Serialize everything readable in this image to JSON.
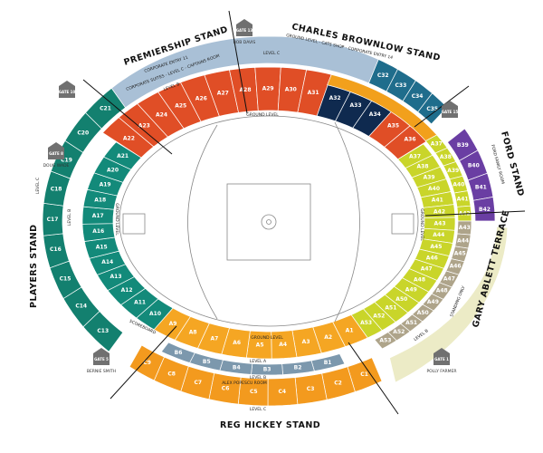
{
  "stands": {
    "premiership": {
      "name": "PREMIERSHIP STAND",
      "sub1": "CORPORATE ENTRY 11",
      "sub2": "CORPORATE SUITES - LEVEL C - CAPTAINS ROOM"
    },
    "brownlow": {
      "name": "CHARLES BROWNLOW STAND",
      "sub1": "GROUND LEVEL - CATS SHOP - CORPORATE ENTRY 14"
    },
    "ford": {
      "name": "FORD STAND",
      "sub1": "FORD FAMILY ROOM"
    },
    "ablett": {
      "name": "GARY ABLETT TERRACE",
      "sub1": "STANDING ONLY"
    },
    "hickey": {
      "name": "REG HICKEY STAND",
      "sub1": "ALEX POPESCU ROOM"
    },
    "players": {
      "name": "PLAYERS STAND"
    }
  },
  "levels": {
    "ground": "GROUND LEVEL",
    "level_a": "LEVEL A",
    "level_b": "LEVEL B",
    "level_c": "LEVEL C",
    "scoreboard": "SCOREBOARD",
    "standing": "STANDING ONLY"
  },
  "sections": {
    "teal_a": {
      "color": "#138a7a",
      "labels": [
        "A10",
        "A11",
        "A12",
        "A13",
        "A14",
        "A15",
        "A16",
        "A17",
        "A18",
        "A19",
        "A20",
        "A21"
      ]
    },
    "teal_c": {
      "color": "#13806f",
      "labels": [
        "C13",
        "C14",
        "C15",
        "C16",
        "C17",
        "C18",
        "C19",
        "C20",
        "C21"
      ]
    },
    "orange_top": {
      "color": "#e04e26",
      "labels": [
        "A22",
        "A23",
        "A24",
        "A25",
        "A26",
        "A27",
        "A28",
        "A29",
        "A30",
        "A31"
      ]
    },
    "navy": {
      "color": "#0f2a4f",
      "labels": [
        "A32",
        "A33",
        "A34"
      ]
    },
    "orange_top2": {
      "color": "#e04e26",
      "labels": [
        "A35",
        "A36"
      ]
    },
    "premiership_c": {
      "color": "#a9c0d6",
      "labels": []
    },
    "blue_c": {
      "color": "#1f6d8c",
      "labels": [
        "C32",
        "C33",
        "C34",
        "C35"
      ]
    },
    "gold_b": {
      "color": "#f2a01c",
      "labels": []
    },
    "purple": {
      "color": "#6a3ea3",
      "labels": [
        "B39",
        "B40",
        "B41",
        "B42"
      ]
    },
    "lime_a": {
      "color": "#c9d52a",
      "labels": [
        "A37",
        "A38",
        "A39",
        "A40",
        "A41",
        "A42",
        "A43",
        "A44",
        "A45",
        "A46",
        "A47",
        "A48",
        "A49",
        "A50",
        "A51",
        "A52",
        "A53"
      ]
    },
    "lime_b": {
      "color": "#c9d52a",
      "labels": [
        "A37",
        "A38",
        "A39",
        "A40",
        "A41",
        "A42"
      ]
    },
    "tan_b": {
      "color": "#aea48a",
      "labels": [
        "A43",
        "A44",
        "A45",
        "A46",
        "A47",
        "A48",
        "A49",
        "A50",
        "A51",
        "A52",
        "A53"
      ]
    },
    "cream": {
      "color": "#ecebc6",
      "labels": []
    },
    "orange_ground": {
      "color": "#f5a623",
      "labels": [
        "A1",
        "A2",
        "A3",
        "A4",
        "A5",
        "A6",
        "A7",
        "A8",
        "A9"
      ]
    },
    "level_b_bottom": {
      "color": "#7c98ad",
      "labels": [
        "B1",
        "B2",
        "B3",
        "B4",
        "B5",
        "B6"
      ]
    },
    "orange_c": {
      "color": "#f39a1e",
      "labels": [
        "C1",
        "C2",
        "C3",
        "C4",
        "C5",
        "C6",
        "C7",
        "C8",
        "C9"
      ]
    }
  },
  "gates": [
    {
      "id": "gate13",
      "label": "GATE 13",
      "name": "BOB DAVIS"
    },
    {
      "id": "gate10",
      "label": "GATE 10",
      "name": ""
    },
    {
      "id": "gate15",
      "label": "GATE 15",
      "name": ""
    },
    {
      "id": "gate8",
      "label": "GATE 8",
      "name": "DOUG WADE"
    },
    {
      "id": "gate5",
      "label": "GATE 5",
      "name": "BERNIE SMITH"
    },
    {
      "id": "gate1",
      "label": "GATE 1",
      "name": "POLLY FARMER"
    }
  ],
  "colors": {
    "field_line": "#888888",
    "divider": "#111111",
    "gate": "#707070"
  }
}
